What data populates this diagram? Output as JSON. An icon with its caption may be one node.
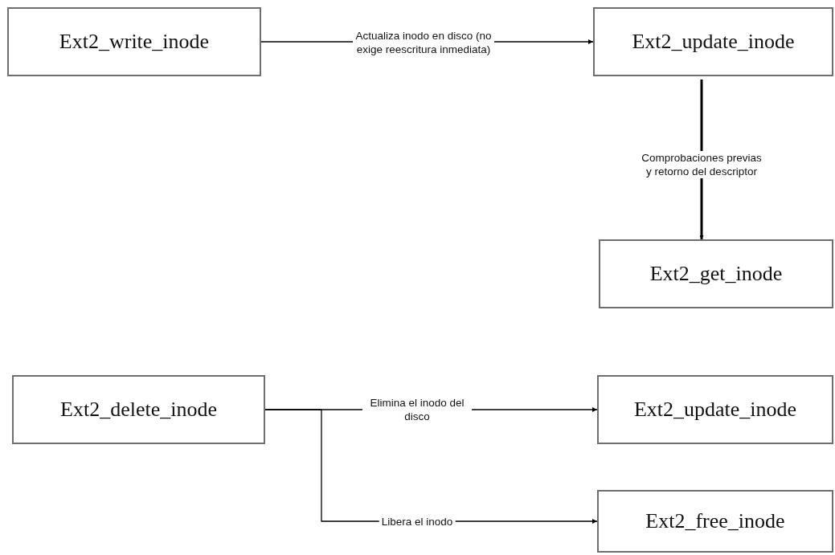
{
  "diagram": {
    "nodes": [
      {
        "text": [
          "Ext2_write_inode"
        ]
      },
      {
        "text": [
          "Ext2_update_inode"
        ]
      },
      {
        "text": [
          "Ext2_get_inode"
        ]
      },
      {
        "text": [
          "Ext2_delete_inode"
        ]
      },
      {
        "text": [
          "Ext2_update_inode"
        ]
      },
      {
        "text": [
          "Ext2_free_inode"
        ]
      }
    ],
    "edges": [
      {
        "from": 0,
        "to": 1,
        "arrow": "to",
        "label": "Actualiza inodo en disco (no exige reescritura inmediata)"
      },
      {
        "from": 1,
        "to": 2,
        "arrow": "to",
        "label": "Comprobaciones previas y retorno del descriptor",
        "style": "thick"
      },
      {
        "from": 3,
        "to": 4,
        "arrow": "to",
        "label": "Elimina el inodo del disco"
      },
      {
        "from": 3,
        "to": 5,
        "arrow": "to",
        "label": "Libera el inodo"
      }
    ]
  }
}
